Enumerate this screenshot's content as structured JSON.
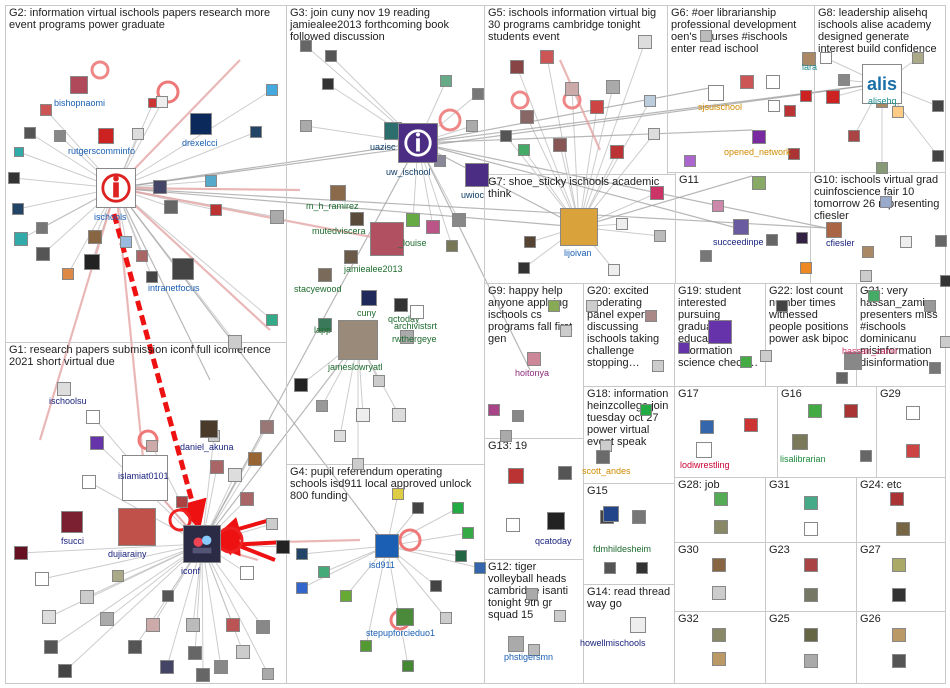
{
  "groups": [
    {
      "id": "g2",
      "label": "G2: information virtual ischools papers research more event programs power graduate"
    },
    {
      "id": "g3",
      "label": "G3: join cuny nov 19 reading jamiealee2013 forthcoming book followed discussion"
    },
    {
      "id": "g5",
      "label": "G5: ischools information virtual big 30 programs cambridge tonight students event"
    },
    {
      "id": "g6",
      "label": "G6: #oer librarianship professional development oen's courses #ischools enter read ischool"
    },
    {
      "id": "g8",
      "label": "G8: leadership alisehq ischools alise academy designed generate interest build confidence"
    },
    {
      "id": "g7",
      "label": "G7: shoe_sticky ischools academic think"
    },
    {
      "id": "g11",
      "label": "G11"
    },
    {
      "id": "g10",
      "label": "G10: ischools virtual grad cuinfoscience fair 10 tomorrow 26 representing cfiesler"
    },
    {
      "id": "g9",
      "label": "G9: happy help anyone applying ischools cs programs fall first gen"
    },
    {
      "id": "g20",
      "label": "G20: excited moderating panel experts discussing ischools taking challenge stopping…"
    },
    {
      "id": "g19",
      "label": "G19: student interested pursuing graduate education information science check…"
    },
    {
      "id": "g22",
      "label": "G22: lost count number times witnessed people positions power ask bipoc"
    },
    {
      "id": "g21",
      "label": "G21: very hassan_zamir presenters miss #ischools dominicanu misinformation disinformation"
    },
    {
      "id": "g1",
      "label": "G1: research papers submission iconf full iconference 2021 short virtual due"
    },
    {
      "id": "g18",
      "label": "G18: information heinzcollege join tuesday oct 27 power virtual event speak"
    },
    {
      "id": "g17",
      "label": "G17"
    },
    {
      "id": "g16",
      "label": "G16"
    },
    {
      "id": "g29",
      "label": "G29"
    },
    {
      "id": "g13",
      "label": "G13: 19"
    },
    {
      "id": "g4",
      "label": "G4: pupil referendum operating schools isd911 local approved unlock 800 funding"
    },
    {
      "id": "g15",
      "label": "G15"
    },
    {
      "id": "g28",
      "label": "G28: job"
    },
    {
      "id": "g31",
      "label": "G31"
    },
    {
      "id": "g24",
      "label": "G24: etc"
    },
    {
      "id": "g12",
      "label": "G12: tiger volleyball heads cambridge isanti tonight 9th gr squad 15"
    },
    {
      "id": "g30",
      "label": "G30"
    },
    {
      "id": "g23",
      "label": "G23"
    },
    {
      "id": "g27",
      "label": "G27"
    },
    {
      "id": "g14",
      "label": "G14: read thread way go"
    },
    {
      "id": "g32",
      "label": "G32"
    },
    {
      "id": "g25",
      "label": "G25"
    },
    {
      "id": "g26",
      "label": "G26"
    }
  ],
  "nodes": [
    {
      "id": "ischools",
      "label": "ischools",
      "color": "#1a5fb4",
      "bg": "#ffffff",
      "icon": "ischools-logo-icon"
    },
    {
      "id": "iconf",
      "label": "iconf",
      "color": "#1a237e",
      "bg": "#2b2b45",
      "icon": "iconf-logo-icon"
    },
    {
      "id": "bishopnaomi",
      "label": "bishopnaomi",
      "color": "#1a5fb4",
      "bg": "#b04a5a"
    },
    {
      "id": "rutgerscomminfo",
      "label": "rutgerscomminfo",
      "color": "#1a5fb4",
      "bg": "#cc2222"
    },
    {
      "id": "drexelcci",
      "label": "drexelcci",
      "color": "#1a5fb4",
      "bg": "#0b2a5b"
    },
    {
      "id": "intranetfocus",
      "label": "intranetfocus",
      "color": "#1a5fb4",
      "bg": "#444444"
    },
    {
      "id": "uazisc",
      "label": "uazisc",
      "color": "#0d3b66",
      "bg": "#2c6e6e"
    },
    {
      "id": "uw_ischool",
      "label": "uw_ischool",
      "color": "#0d3b66",
      "bg": "#4b2e83",
      "icon": "uw-ischool-logo-icon"
    },
    {
      "id": "uwioc",
      "label": "uwioc",
      "color": "#0d3b66",
      "bg": "#4b2e83"
    },
    {
      "id": "m_h_ramirez",
      "label": "m_h_ramirez",
      "color": "#1e6b2e",
      "bg": "#8a6a4a"
    },
    {
      "id": "mutedviscera",
      "label": "mutedviscera",
      "color": "#1e6b2e",
      "bg": "#5a4a3a"
    },
    {
      "id": "louise",
      "label": "_louise",
      "color": "#1e6b2e",
      "bg": "#b05060"
    },
    {
      "id": "jamiealee2013",
      "label": "jamiealee2013",
      "color": "#1e6b2e",
      "bg": "#6a5a4a"
    },
    {
      "id": "stacyewood",
      "label": "stacyewood",
      "color": "#1e6b2e",
      "bg": "#7a6a5a"
    },
    {
      "id": "cuny",
      "label": "cuny",
      "color": "#1e6b2e",
      "bg": "#1f2a5a"
    },
    {
      "id": "qctoday3",
      "label": "qctoday",
      "color": "#1e6b2e",
      "bg": "#333333"
    },
    {
      "id": "archivistsrt",
      "label": "archivistsrt",
      "color": "#1e6b2e",
      "bg": "#ffffff"
    },
    {
      "id": "lapp",
      "label": "lapp",
      "color": "#1e6b2e",
      "bg": "#3a7a5a"
    },
    {
      "id": "jameslowryatl",
      "label": "jameslowryatl",
      "color": "#1e6b2e",
      "bg": "#9a8a7a"
    },
    {
      "id": "rwthergeye",
      "label": "rwthergeye",
      "color": "#1e6b2e",
      "bg": "#aaaaaa"
    },
    {
      "id": "lijoivan",
      "label": "lijoivan",
      "color": "#1a5fb4",
      "bg": "#d9a23a"
    },
    {
      "id": "sjsuischool",
      "label": "sjsuischool",
      "color": "#d08a00",
      "bg": "#ffffff"
    },
    {
      "id": "opened_network",
      "label": "opened_network",
      "color": "#d08a00",
      "bg": "#7a2aa0"
    },
    {
      "id": "alisehq",
      "label": "alisehq",
      "color": "#1e8a8a",
      "bg": "#ffffff",
      "icon": "alise-logo-icon"
    },
    {
      "id": "lara",
      "label": "lara",
      "color": "#1e8a8a",
      "bg": "#aa8866"
    },
    {
      "id": "succeedinpe",
      "label": "succeedinpe",
      "color": "#1a237e",
      "bg": "#6a5aa0"
    },
    {
      "id": "cfiesler",
      "label": "cfiesler",
      "color": "#1a237e",
      "bg": "#aa6644"
    },
    {
      "id": "hoitonya",
      "label": "hoitonya",
      "color": "#8a2a7a",
      "bg": "#cc8899"
    },
    {
      "id": "islamiat0101",
      "label": "islamiat0101",
      "color": "#1a237e",
      "bg": "#ffffff"
    },
    {
      "id": "daniel_akuna",
      "label": "daniel_akuna",
      "color": "#1a237e",
      "bg": "#4a3a2a"
    },
    {
      "id": "fsucci",
      "label": "fsucci",
      "color": "#1a237e",
      "bg": "#7a2030"
    },
    {
      "id": "dujiarainy",
      "label": "dujiarainy",
      "color": "#1a237e",
      "bg": "#c0504a"
    },
    {
      "id": "ischoolsu",
      "label": "ischoolsu",
      "color": "#1a237e",
      "bg": "#dddddd"
    },
    {
      "id": "scott_andes",
      "label": "scott_andes",
      "color": "#d08a00",
      "bg": "#6a6a6a"
    },
    {
      "id": "lodiwrestling",
      "label": "lodiwrestling",
      "color": "#cc0033",
      "bg": "#ffffff"
    },
    {
      "id": "lisalibrarian",
      "label": "lisalibrarian",
      "color": "#1e8a3a",
      "bg": "#7a7a5a"
    },
    {
      "id": "qcatoday",
      "label": "qcatoday",
      "color": "#1a237e",
      "bg": "#222222"
    },
    {
      "id": "isd911",
      "label": "isd911",
      "color": "#1a5fb4",
      "bg": "#1a5fb4"
    },
    {
      "id": "stepupforcieduo1",
      "label": "stepupforcieduo1",
      "color": "#1a5fb4",
      "bg": "#4a8a3a"
    },
    {
      "id": "fdmhildesheim",
      "label": "fdmhildesheim",
      "color": "#1e6b2e",
      "bg": "#224488"
    },
    {
      "id": "phstigersmn",
      "label": "phstigersmn",
      "color": "#1a5fb4",
      "bg": "#aaaaaa"
    },
    {
      "id": "howellmischools",
      "label": "howellmischools",
      "color": "#1a237e",
      "bg": "#eeeeee"
    },
    {
      "id": "hassan_zamir",
      "label": "hassan_zamir",
      "color": "#cc3366",
      "bg": "#888888"
    }
  ]
}
